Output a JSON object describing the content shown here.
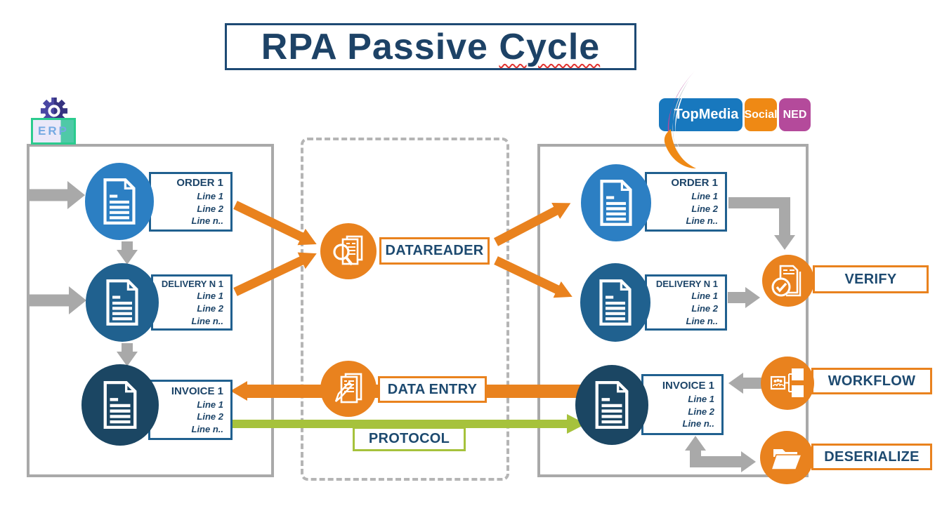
{
  "title": "RPA Passive Cycle",
  "erp_logo": {
    "label": "ERP"
  },
  "topmedia_logo": {
    "segments": [
      {
        "label": "TopMedia",
        "color": "#1878BE"
      },
      {
        "label": "Social",
        "color": "#EF8914"
      },
      {
        "label": "NED",
        "color": "#B44A9B"
      }
    ]
  },
  "erp_system": {
    "documents": [
      {
        "title": "ORDER 1",
        "lines": [
          "Line 1",
          "Line 2",
          "Line n.."
        ]
      },
      {
        "title": "DELIVERY N 1",
        "lines": [
          "Line 1",
          "Line 2",
          "Line n.."
        ]
      },
      {
        "title": "INVOICE 1",
        "lines": [
          "Line 1",
          "Line 2",
          "Line n.."
        ]
      }
    ]
  },
  "target_system": {
    "documents": [
      {
        "title": "ORDER 1",
        "lines": [
          "Line 1",
          "Line 2",
          "Line n.."
        ]
      },
      {
        "title": "DELIVERY N 1",
        "lines": [
          "Line 1",
          "Line 2",
          "Line n.."
        ]
      },
      {
        "title": "INVOICE 1",
        "lines": [
          "Line 1",
          "Line 2",
          "Line n.."
        ]
      }
    ]
  },
  "processes": {
    "datareader": {
      "label": "DATAREADER"
    },
    "data_entry": {
      "label": "DATA ENTRY"
    },
    "protocol": {
      "label": "PROTOCOL"
    },
    "verify": {
      "label": "VERIFY"
    },
    "workflow": {
      "label": "WORKFLOW"
    },
    "deserialize": {
      "label": "DESERIALIZE"
    }
  },
  "colors": {
    "accent_orange": "#E9821E",
    "navy_text": "#1C4468",
    "title_navy": "#1D4266",
    "circle_blue_light": "#2C7FC3",
    "circle_blue_mid": "#20618F",
    "circle_navy": "#1B4663",
    "doc_border_blue": "#20608F",
    "gray": "#A9A9A9",
    "green": "#A6C23C",
    "squiggle_red": "#E0312E",
    "erp_green": "#2BCB8E",
    "gear_purple": "#403E8C"
  }
}
